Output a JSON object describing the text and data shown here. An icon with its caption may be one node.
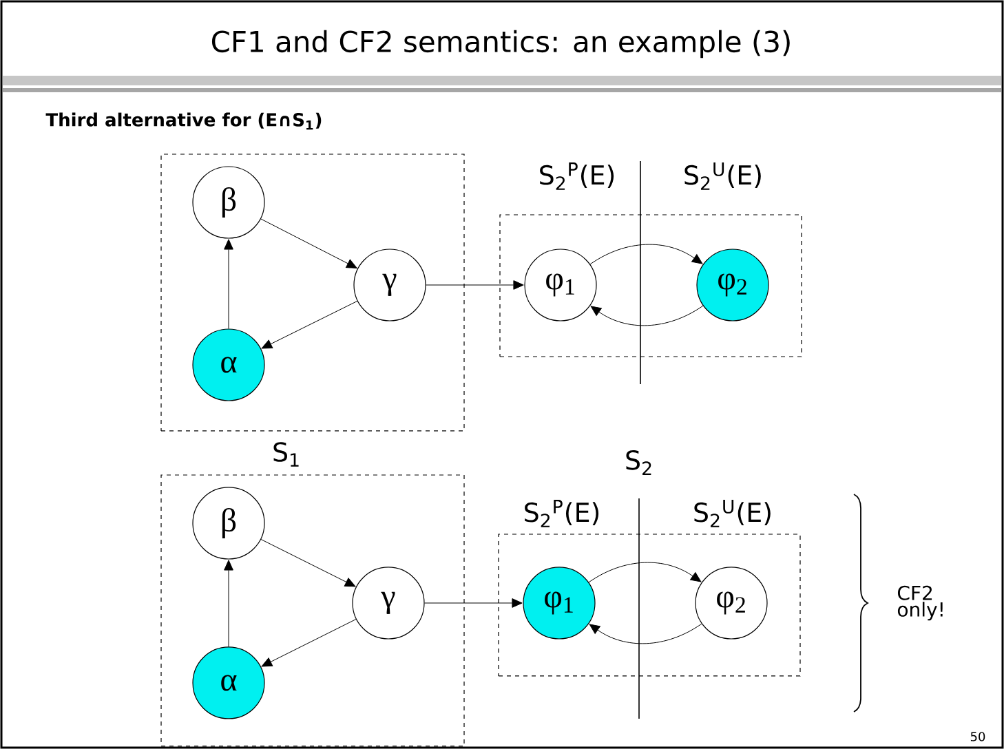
{
  "diagram": {
    "title": "CF1 and CF2 semantics: an example (3)",
    "nodes": [
      {
        "text": [],
        "shape": "box"
      },
      {
        "text": [
          "β"
        ],
        "in": 0
      },
      {
        "text": [
          "γ"
        ],
        "in": 0
      },
      {
        "text": [
          "α"
        ],
        "in": 0
      },
      {
        "text": [],
        "shape": "box"
      },
      {
        "text": [
          "φ$_{1}$"
        ],
        "in": 4
      },
      {
        "text": [
          "φ$_{2}$"
        ],
        "in": 4
      },
      {
        "text": [],
        "shape": "box"
      },
      {
        "text": [
          "β"
        ],
        "in": 7
      },
      {
        "text": [
          "γ"
        ],
        "in": 7
      },
      {
        "text": [
          "α"
        ],
        "in": 7
      },
      {
        "text": [],
        "shape": "box"
      },
      {
        "text": [
          "φ$_{1}$"
        ],
        "in": 11
      },
      {
        "text": [
          "φ$_{2}$"
        ],
        "in": 11
      }
    ],
    "edges": [
      {
        "from": 1,
        "to": 2,
        "arrow": "to"
      },
      {
        "from": 2,
        "to": 3,
        "arrow": "to"
      },
      {
        "from": 3,
        "to": 1,
        "arrow": "to"
      },
      {
        "from": 2,
        "to": 5,
        "arrow": "to"
      },
      {
        "from": 5,
        "to": 6,
        "arrow": "to"
      },
      {
        "from": 6,
        "to": 5,
        "arrow": "to"
      },
      {
        "from": 8,
        "to": 9,
        "arrow": "to"
      },
      {
        "from": 9,
        "to": 10,
        "arrow": "to"
      },
      {
        "from": 10,
        "to": 8,
        "arrow": "to"
      },
      {
        "from": 9,
        "to": 12,
        "arrow": "to"
      },
      {
        "from": 12,
        "to": 13,
        "arrow": "to"
      },
      {
        "from": 13,
        "to": 12,
        "arrow": "to"
      }
    ],
    "labels": [
      "Third alternative for (E∩S$_{1}$)",
      "S$_{2}$$^{P}$(E)",
      "S$_{2}$$^{U}$(E)",
      "S$_{1}$",
      "S$_{2}$",
      "S$_{2}$$^{P}$(E)",
      "S$_{2}$$^{U}$(E)",
      "CF2 only!",
      "50"
    ]
  }
}
